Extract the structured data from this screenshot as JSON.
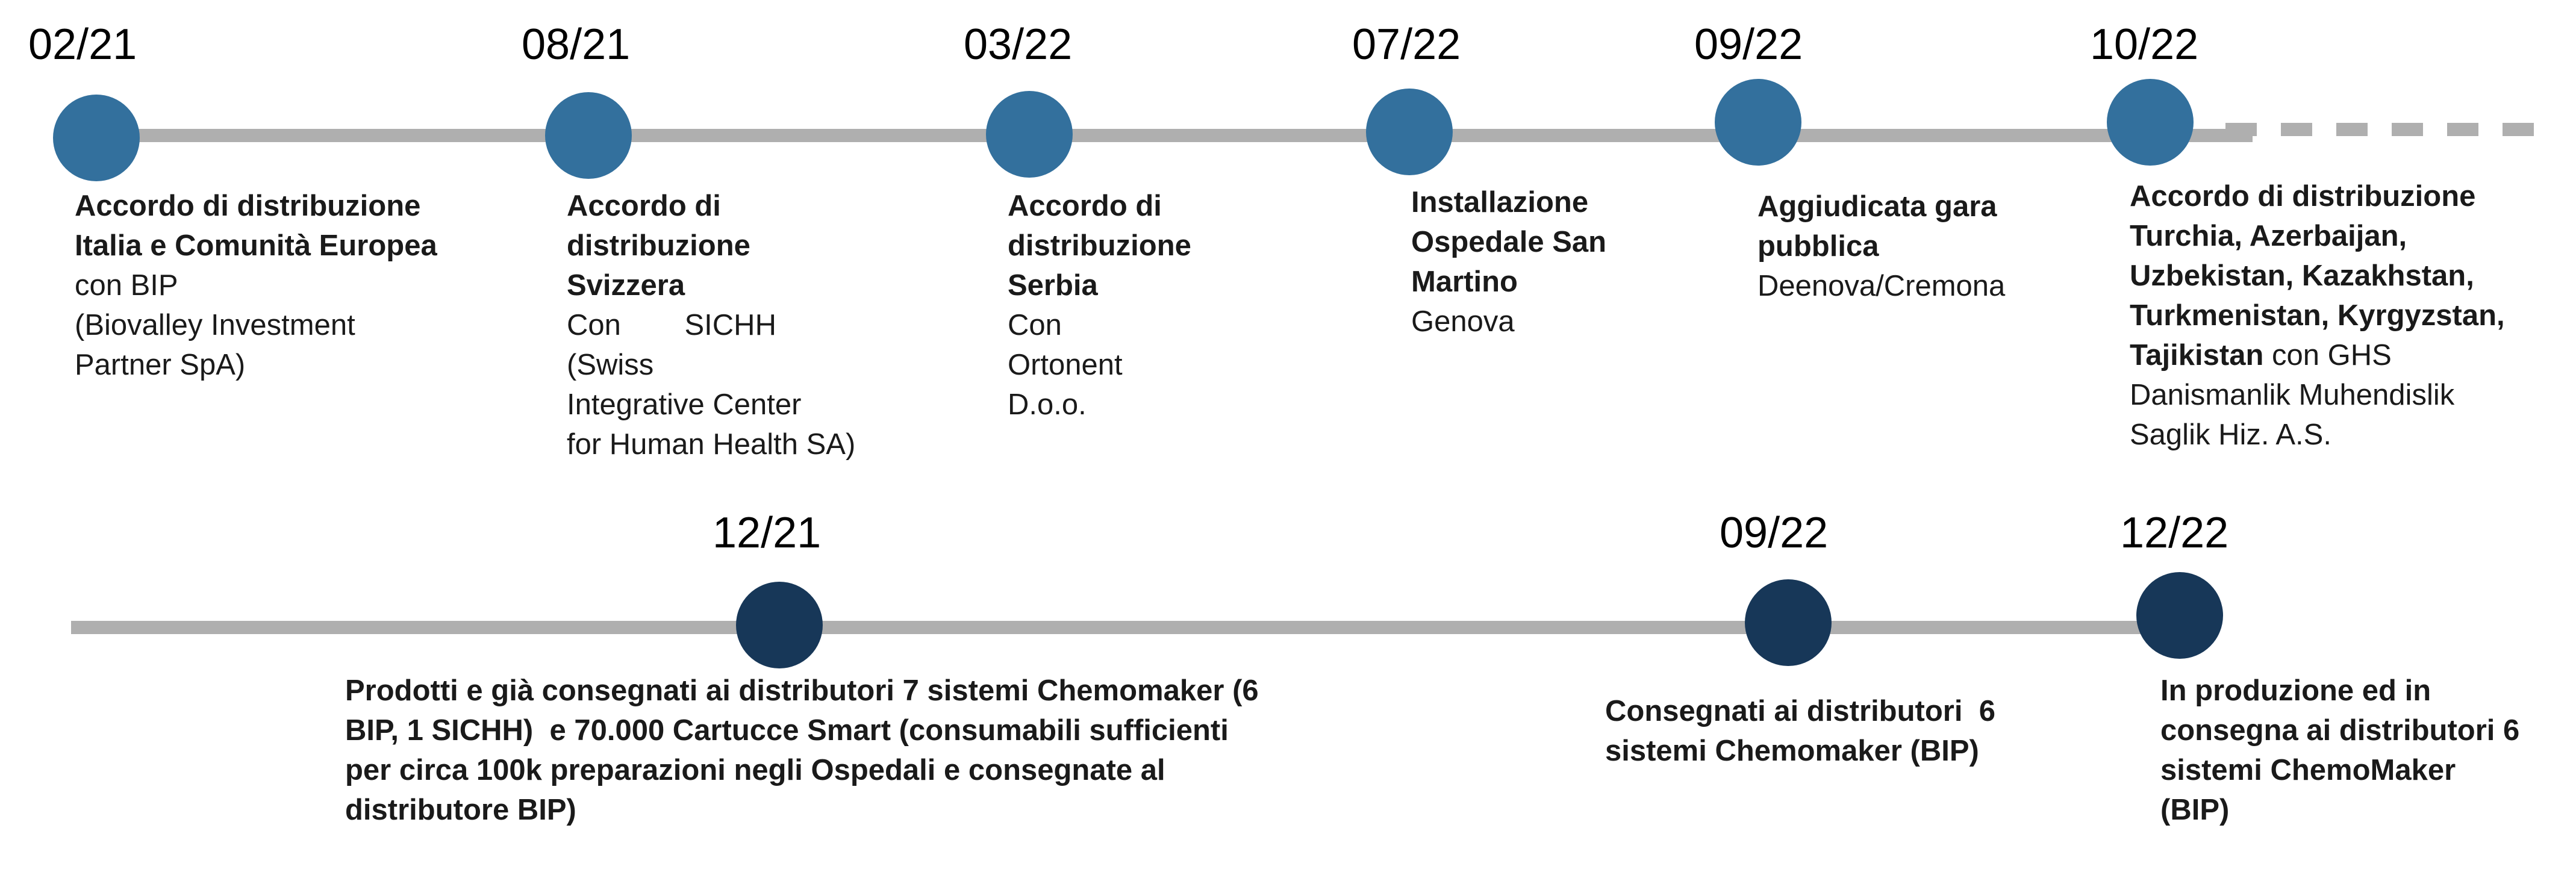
{
  "top": [
    {
      "date": "02/21",
      "title_lines": [
        "Accordo di distribuzione",
        "Italia e Comunità Europea"
      ],
      "text_lines": [
        "con BIP",
        "(Biovalley Investment",
        "Partner SpA)"
      ]
    },
    {
      "date": "08/21",
      "title_lines": [
        "Accordo di",
        "distribuzione",
        "Svizzera"
      ],
      "text_lines": [
        "Con SICHH (Swiss",
        "Integrative Center",
        "for Human Health SA)"
      ]
    },
    {
      "date": "03/22",
      "title_lines": [
        "Accordo di",
        "distribuzione",
        "Serbia"
      ],
      "text_lines": [
        "Con Ortonent",
        "D.o.o."
      ]
    },
    {
      "date": "07/22",
      "title_lines": [
        "Installazione",
        "Ospedale San",
        "Martino"
      ],
      "text_lines": [
        "Genova"
      ]
    },
    {
      "date": "09/22",
      "title_lines": [
        "Aggiudicata gara",
        "pubblica"
      ],
      "text_lines": [
        "Deenova/Cremona"
      ]
    },
    {
      "date": "10/22",
      "title_lines": [
        "Accordo di distribuzione",
        "Turchia, Azerbaijan,",
        "Uzbekistan, Kazakhstan,",
        "Turkmenistan, Kyrgyzstan,",
        "Tajikistan"
      ],
      "title_suffix": " con GHS",
      "text_lines": [
        "Danismanlik Muhendislik",
        "Saglik Hiz. A.S."
      ]
    }
  ],
  "bottom": [
    {
      "date": "12/21",
      "title_lines": [
        "Prodotti e già consegnati ai distributori 7 sistemi Chemomaker (6",
        "BIP, 1 SICHH)  e 70.000 Cartucce Smart (consumabili sufficienti",
        "per circa 100k preparazioni negli Ospedali e consegnate al",
        "distributore BIP)"
      ]
    },
    {
      "date": "09/22",
      "title_lines": [
        "Consegnati ai distributori  6",
        "sistemi Chemomaker (BIP)"
      ]
    },
    {
      "date": "12/22",
      "title_lines": [
        "In produzione ed in",
        "consegna ai distributori 6",
        "sistemi ChemoMaker",
        "(BIP)"
      ]
    }
  ],
  "colors": {
    "line": "#afafaf",
    "top_dot": "#33709d",
    "bottom_dot": "#173758"
  }
}
